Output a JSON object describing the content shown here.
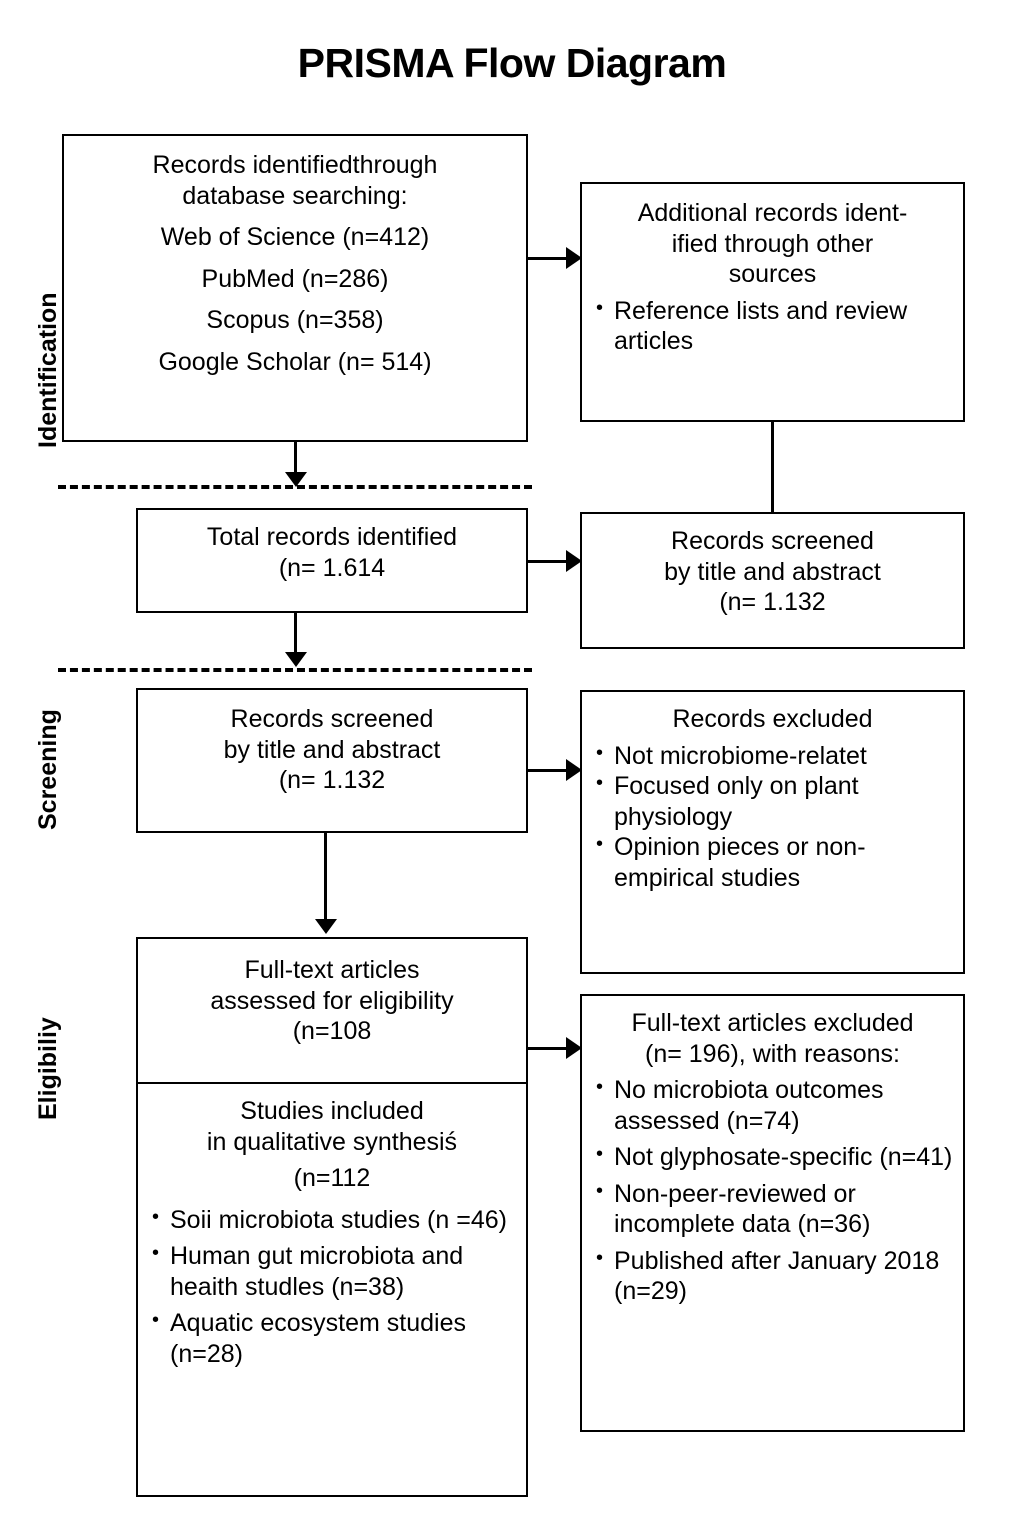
{
  "title": "PRISMA Flow Diagram",
  "stages": [
    {
      "id": "identification",
      "label": "Identification"
    },
    {
      "id": "screening",
      "label": "Screening"
    },
    {
      "id": "eligibility",
      "label": "Eligibiliy"
    }
  ],
  "boxes": {
    "identified_db": {
      "name": "records-identified-database",
      "lines": [
        "Records identifiedthrough",
        "database searching:",
        "Web of Science (n=412)",
        "PubMed (n=286)",
        "Scopus (n=358)",
        "Google Scholar (n= 514)"
      ]
    },
    "additional_records": {
      "name": "additional-records-other-sources",
      "lines": [
        "Additional records ident-",
        "ified through other",
        "sources"
      ],
      "bullets": [
        "Reference lists and review articles"
      ]
    },
    "total_records": {
      "name": "total-records-identified",
      "lines": [
        "Total records identified",
        "(n= 1.614"
      ]
    },
    "screened_right": {
      "name": "records-screened-title-abstract-top",
      "lines": [
        "Records screened",
        "by title and abstract",
        "(n= 1.132"
      ]
    },
    "screened_left": {
      "name": "records-screened-title-abstract",
      "lines": [
        "Records screened",
        "by title and abstract",
        "(n= 1.132"
      ]
    },
    "records_excluded": {
      "name": "records-excluded",
      "heading": "Records excluded",
      "bullets": [
        "Not microbiome-relatet",
        "Focused only on plant physiology",
        "Opinion pieces or non-empirical studies"
      ]
    },
    "fulltext_assessed": {
      "name": "full-text-articles-assessed",
      "lines": [
        "Full-text articles",
        "assessed for eligibility",
        "(n=108"
      ]
    },
    "studies_included": {
      "name": "studies-included-qualitative-synthesis",
      "lines": [
        "Studies included",
        "in qualitative synthesiś",
        "(n=112"
      ],
      "bullets": [
        "Soii microbiota  studies (n =46)",
        "Human gut microbiota and heaith studles (n=38)",
        "Aquatic ecosystem studies (n=28)"
      ]
    },
    "fulltext_excluded": {
      "name": "full-text-articles-excluded",
      "lines": [
        "Full-text articles excluded",
        "(n= 196), with reasons:"
      ],
      "bullets": [
        "No microbiota outcomes assessed (n=74)",
        "Not glyphosate-specific (n=41)",
        "Non-peer-reviewed or incomplete data (n=36)",
        "Published after January 2018 (n=29)"
      ]
    }
  },
  "colors": {
    "stroke": "#000000",
    "background": "#ffffff"
  }
}
